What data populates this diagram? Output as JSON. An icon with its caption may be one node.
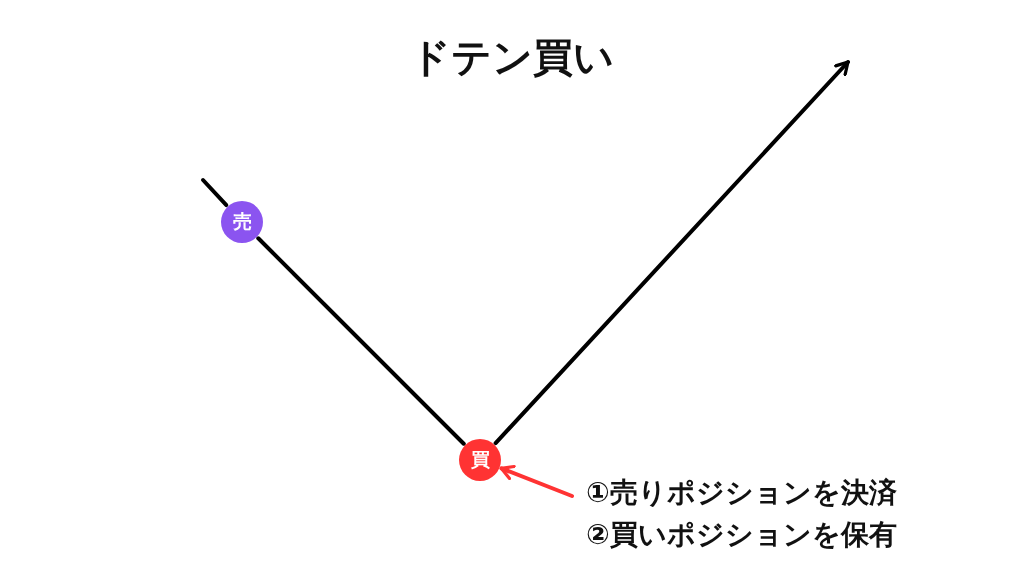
{
  "diagram": {
    "title": "ドテン買い",
    "nodes": [
      {
        "text": [
          "売"
        ]
      },
      {
        "text": [
          "買"
        ]
      },
      {
        "text": [
          "①売りポジションを決済",
          "②買いポジションを保有"
        ]
      }
    ],
    "edges": [
      {
        "from": null,
        "to": 0,
        "arrow": "none"
      },
      {
        "from": 0,
        "to": 1,
        "arrow": "none"
      },
      {
        "from": 1,
        "to": null,
        "arrow": "to"
      },
      {
        "from": 2,
        "to": 1,
        "arrow": "to",
        "color": "#ff3333"
      }
    ]
  }
}
